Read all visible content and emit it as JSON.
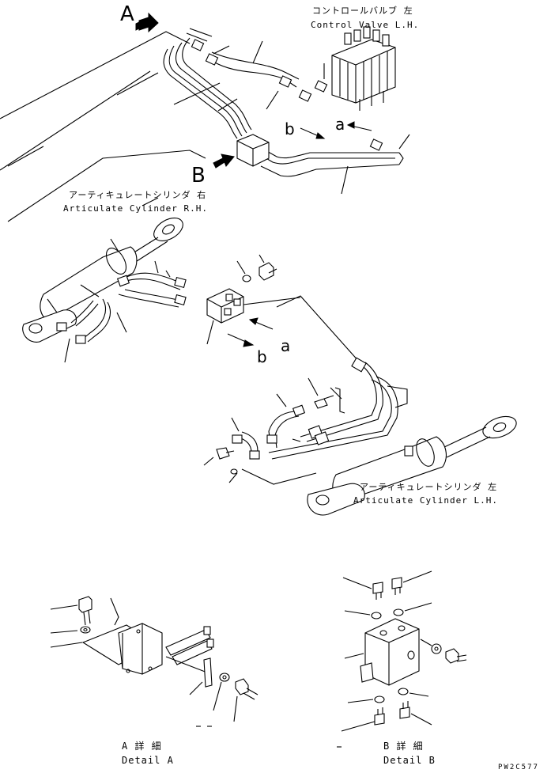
{
  "callouts": {
    "view_a": "A",
    "view_b": "B",
    "flow_a_top": "a",
    "flow_b_top": "b",
    "flow_a_mid": "a",
    "flow_b_mid": "b"
  },
  "labels": {
    "control_valve_jp": "コントロールバルブ 左",
    "control_valve_en": "Control Valve L.H.",
    "cyl_rh_jp": "アーティキュレートシリンダ 右",
    "cyl_rh_en": "Articulate Cylinder R.H.",
    "cyl_lh_jp": "アーティキュレートシリンダ 左",
    "cyl_lh_en": "Articulate Cylinder L.H."
  },
  "details": {
    "a_jp": "A 詳 細",
    "a_en": "Detail A",
    "b_jp": "B 詳 細",
    "b_en": "Detail B"
  },
  "reference": "PW2C577"
}
